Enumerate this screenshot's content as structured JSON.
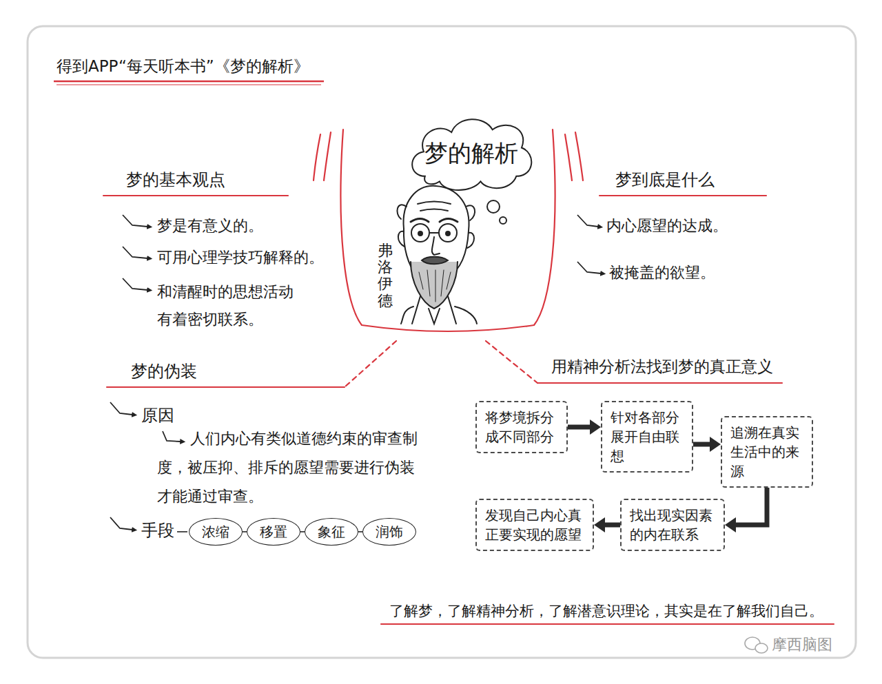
{
  "diagram": {
    "title": "得到APP“每天听本书”《梦的解析》",
    "caption": "了解梦，了解精神分析，了解潜意识理论，其实是在了解我们自己。",
    "nodes": [
      {
        "text": [
          "梦的解析"
        ]
      },
      {
        "text": [
          "浓缩"
        ]
      },
      {
        "text": [
          "移置"
        ]
      },
      {
        "text": [
          "象征"
        ]
      },
      {
        "text": [
          "润饰"
        ]
      },
      {
        "text": [
          "将梦境拆分成不同部分"
        ]
      },
      {
        "text": [
          "针对各部分展开自由联想"
        ]
      },
      {
        "text": [
          "追溯在真实生活中的来源"
        ]
      },
      {
        "text": [
          "找出现实因素的内在联系"
        ]
      },
      {
        "text": [
          "发现自己内心真正要实现的愿望"
        ]
      }
    ],
    "edges": [
      {
        "from": 1,
        "to": 2,
        "arrow": "none"
      },
      {
        "from": 2,
        "to": 3,
        "arrow": "none"
      },
      {
        "from": 3,
        "to": 4,
        "arrow": "none"
      },
      {
        "from": 5,
        "to": 6,
        "arrow": "to"
      },
      {
        "from": 6,
        "to": 7,
        "arrow": "to"
      },
      {
        "from": 7,
        "to": 8,
        "arrow": "to"
      },
      {
        "from": 8,
        "to": 9,
        "arrow": "to"
      }
    ],
    "labels": [
      "梦的基本观点",
      "梦是有意义的。",
      "可用心理学技巧解释的。",
      "和清醒时的思想活动有着密切联系。",
      "梦到底是什么",
      "内心愿望的达成。",
      "被掩盖的欲望。",
      "梦的伪装",
      "原因",
      "人们内心有类似道德约束的审查制度，被压抑、排斥的愿望需要进行伪装才能通过审查。",
      "手段",
      "用精神分析法找到梦的真正意义",
      "弗洛伊德",
      "摩西脑图"
    ]
  }
}
